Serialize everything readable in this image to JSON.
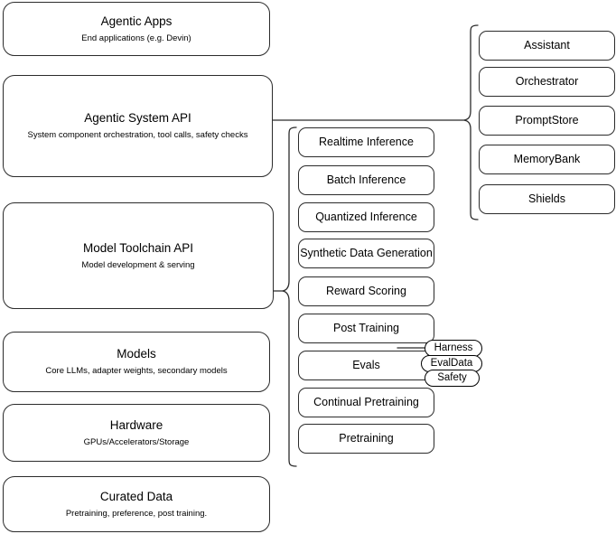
{
  "diagram": {
    "title": "AI Stack Layered Architecture",
    "background_color": "#ffffff",
    "stroke_color": "#2b2b2b",
    "text_color": "#000000"
  },
  "left_stack": {
    "label": "stack-layers",
    "layers": [
      {
        "id": "agentic-apps",
        "title": "Agentic Apps",
        "subtitle": "End applications (e.g. Devin)"
      },
      {
        "id": "agentic-system-api",
        "title": "Agentic System API",
        "subtitle": "System component orchestration, tool calls, safety checks"
      },
      {
        "id": "model-toolchain-api",
        "title": "Model Toolchain API",
        "subtitle": "Model development & serving"
      },
      {
        "id": "models",
        "title": "Models",
        "subtitle": "Core LLMs, adapter weights, secondary models"
      },
      {
        "id": "hardware",
        "title": "Hardware",
        "subtitle": "GPUs/Accelerators/Storage"
      },
      {
        "id": "curated-data",
        "title": "Curated Data",
        "subtitle": "Pretraining, preference, post training."
      }
    ]
  },
  "middle_column": {
    "label": "model-toolchain-capabilities",
    "connects_from": "model-toolchain-api",
    "items": [
      {
        "id": "realtime-inference",
        "label": "Realtime Inference"
      },
      {
        "id": "batch-inference",
        "label": "Batch Inference"
      },
      {
        "id": "quantized-inference",
        "label": "Quantized Inference"
      },
      {
        "id": "synthetic-data-generation",
        "label": "Synthetic Data Generation"
      },
      {
        "id": "reward-scoring",
        "label": "Reward Scoring"
      },
      {
        "id": "post-training",
        "label": "Post Training"
      },
      {
        "id": "evals",
        "label": "Evals"
      },
      {
        "id": "continual-pretraining",
        "label": "Continual Pretraining"
      },
      {
        "id": "pretraining",
        "label": "Pretraining"
      }
    ],
    "evals_badges": [
      {
        "id": "harness",
        "label": "Harness"
      },
      {
        "id": "evaldata",
        "label": "EvalData"
      },
      {
        "id": "safety",
        "label": "Safety"
      }
    ]
  },
  "right_column": {
    "label": "agentic-system-components",
    "connects_from": "agentic-system-api",
    "items": [
      {
        "id": "assistant",
        "label": "Assistant"
      },
      {
        "id": "orchestrator",
        "label": "Orchestrator"
      },
      {
        "id": "promptstore",
        "label": "PromptStore"
      },
      {
        "id": "memorybank",
        "label": "MemoryBank"
      },
      {
        "id": "shields",
        "label": "Shields"
      }
    ]
  }
}
